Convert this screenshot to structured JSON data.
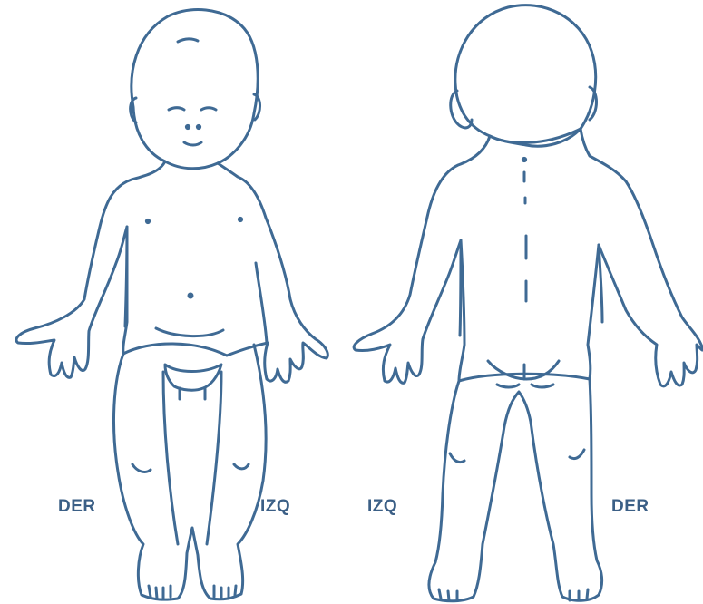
{
  "colors": {
    "ink": "#3f6a94",
    "label": "#3b5f86",
    "background": "#ffffff"
  },
  "front_view": {
    "right_side_label": "DER",
    "left_side_label": "IZQ"
  },
  "back_view": {
    "left_side_label": "IZQ",
    "right_side_label": "DER"
  }
}
